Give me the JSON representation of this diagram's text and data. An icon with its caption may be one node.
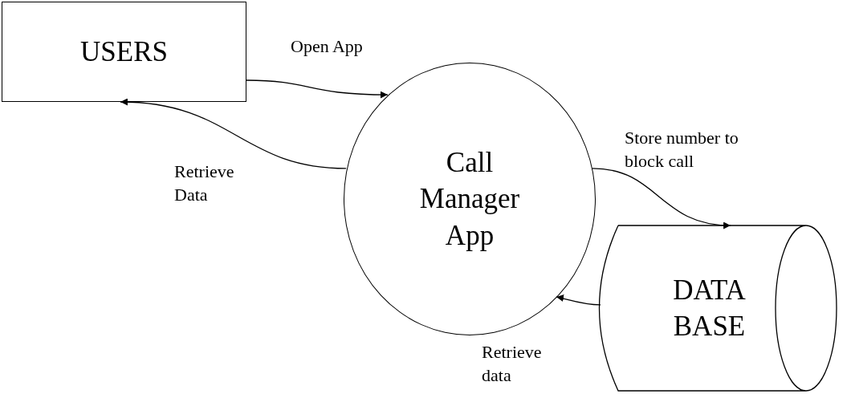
{
  "diagram": {
    "nodes": [
      {
        "text": [
          "USERS"
        ]
      },
      {
        "text": [
          "Call Manager App"
        ]
      },
      {
        "text": [
          "DATA BASE"
        ]
      }
    ],
    "edges": [
      {
        "from": 0,
        "to": 1,
        "arrow": "to",
        "label": "Open App"
      },
      {
        "from": 1,
        "to": 0,
        "arrow": "to",
        "label": "Retrieve Data"
      },
      {
        "from": 1,
        "to": 2,
        "arrow": "to",
        "label": "Store number to block call"
      },
      {
        "from": 2,
        "to": 1,
        "arrow": "to",
        "label": "Retrieve data"
      }
    ]
  }
}
